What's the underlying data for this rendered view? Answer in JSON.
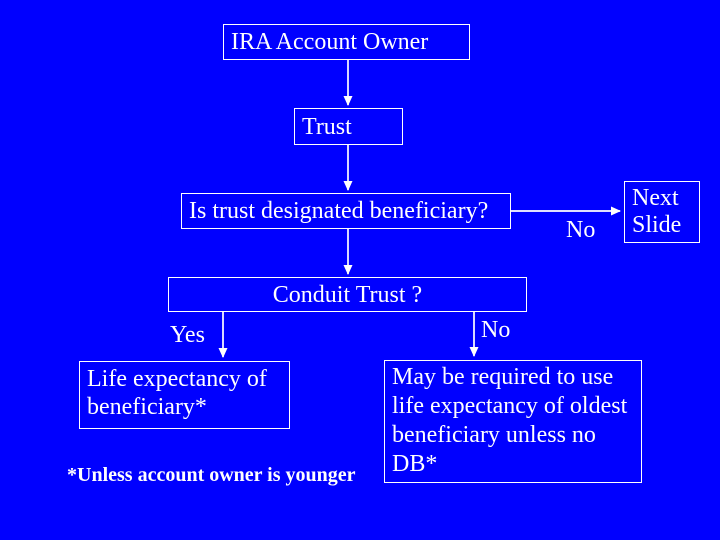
{
  "slide": {
    "colors": {
      "background": "#0000ff",
      "box_border": "#ffffff",
      "text": "#ffffff",
      "arrow": "#ffffff"
    },
    "boxes": {
      "ira": {
        "lines": [
          "IRA Account Owner"
        ]
      },
      "trust": {
        "lines": [
          "Trust"
        ]
      },
      "beneficiary_question": {
        "lines": [
          "Is trust designated beneficiary?"
        ]
      },
      "next_slide": {
        "lines": [
          "Next",
          "Slide"
        ]
      },
      "conduit_question": {
        "lines": [
          "Conduit Trust ?"
        ]
      },
      "life_expectancy": {
        "lines": [
          "Life expectancy of",
          "beneficiary*"
        ]
      },
      "oldest_beneficiary": {
        "lines": [
          "May be required to use",
          "life expectancy of oldest",
          "beneficiary unless no",
          "DB*"
        ]
      }
    },
    "labels": {
      "no_to_next_slide": "No",
      "yes_branch": "Yes",
      "no_branch": "No"
    },
    "footnote": "*Unless account owner is younger"
  }
}
